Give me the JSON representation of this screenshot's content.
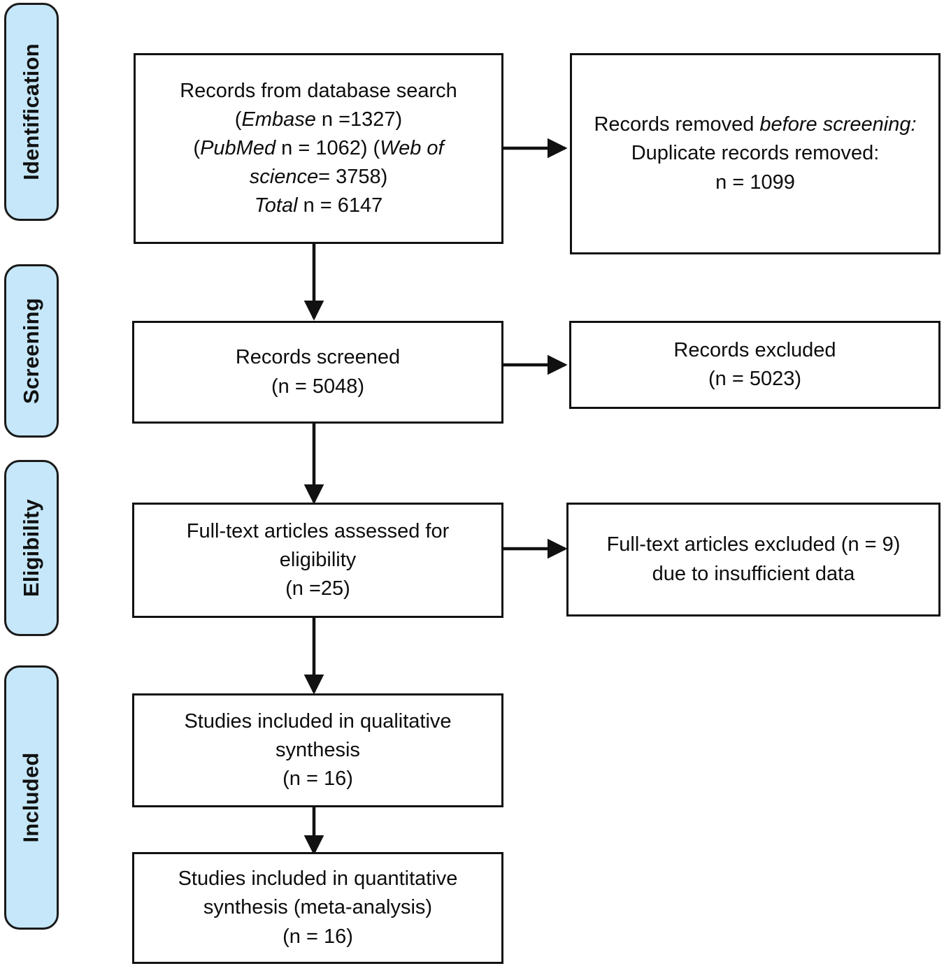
{
  "diagram": {
    "type": "prisma-flow-diagram",
    "title": "PRISMA study selection flow diagram",
    "accent_color": "#c5e7f9",
    "border_color": "#111111",
    "background_color": "#ffffff"
  },
  "phases": [
    {
      "id": "identification",
      "label": "Identification"
    },
    {
      "id": "screening",
      "label": "Screening"
    },
    {
      "id": "eligibility",
      "label": "Eligibility"
    },
    {
      "id": "included",
      "label": "Included"
    }
  ],
  "boxes": {
    "records_identified": {
      "lines": [
        {
          "text": "Records from database search"
        },
        {
          "segments": [
            {
              "text": "(",
              "style": "normal"
            },
            {
              "text": "Embase",
              "style": "italic"
            },
            {
              "text": " n =1327)",
              "style": "normal"
            }
          ]
        },
        {
          "segments": [
            {
              "text": "(",
              "style": "normal"
            },
            {
              "text": "PubMed",
              "style": "italic"
            },
            {
              "text": " n = 1062) (",
              "style": "normal"
            },
            {
              "text": "Web of",
              "style": "italic"
            }
          ]
        },
        {
          "segments": [
            {
              "text": "science",
              "style": "italic"
            },
            {
              "text": "= 3758)",
              "style": "normal"
            }
          ]
        },
        {
          "segments": [
            {
              "text": "Total",
              "style": "italic"
            },
            {
              "text": " n = 6147",
              "style": "normal"
            }
          ]
        }
      ],
      "counts": {
        "embase": 1327,
        "pubmed": 1062,
        "web_of_science": 3758,
        "total": 6147
      }
    },
    "records_removed": {
      "lines": [
        {
          "segments": [
            {
              "text": "Records removed ",
              "style": "normal"
            },
            {
              "text": "before screening:",
              "style": "italic"
            }
          ]
        },
        {
          "text": "Duplicate records removed:"
        },
        {
          "text": "n =  1099"
        }
      ],
      "counts": {
        "duplicates_removed": 1099
      }
    },
    "records_screened": {
      "lines": [
        {
          "text": "Records screened"
        },
        {
          "text": "(n = 5048)"
        }
      ],
      "counts": {
        "n": 5048
      }
    },
    "records_excluded": {
      "lines": [
        {
          "text": "Records excluded"
        },
        {
          "text": "(n = 5023)"
        }
      ],
      "counts": {
        "n": 5023
      }
    },
    "fulltext_assessed": {
      "lines": [
        {
          "text": "Full-text articles assessed for"
        },
        {
          "text": "eligibility"
        },
        {
          "text": "(n =25)"
        }
      ],
      "counts": {
        "n": 25
      }
    },
    "fulltext_excluded": {
      "lines": [
        {
          "text": "Full-text articles excluded (n = 9)"
        },
        {
          "text": "due to insufficient data"
        }
      ],
      "counts": {
        "n": 9
      }
    },
    "qualitative_synthesis": {
      "lines": [
        {
          "text": "Studies included in qualitative"
        },
        {
          "text": "synthesis"
        },
        {
          "text": "(n =  16)"
        }
      ],
      "counts": {
        "n": 16
      }
    },
    "quantitative_synthesis": {
      "lines": [
        {
          "text": "Studies included in quantitative"
        },
        {
          "text": "synthesis (meta-analysis)"
        },
        {
          "text": "(n =  16)"
        }
      ],
      "counts": {
        "n": 16
      }
    }
  },
  "connectors": [
    {
      "id": "identified-to-removed",
      "direction": "right",
      "from": "records_identified",
      "to": "records_removed"
    },
    {
      "id": "identified-to-screened",
      "direction": "down",
      "from": "records_identified",
      "to": "records_screened"
    },
    {
      "id": "screened-to-excluded",
      "direction": "right",
      "from": "records_screened",
      "to": "records_excluded"
    },
    {
      "id": "screened-to-fulltext",
      "direction": "down",
      "from": "records_screened",
      "to": "fulltext_assessed"
    },
    {
      "id": "fulltext-to-excluded",
      "direction": "right",
      "from": "fulltext_assessed",
      "to": "fulltext_excluded"
    },
    {
      "id": "fulltext-to-qualitative",
      "direction": "down",
      "from": "fulltext_assessed",
      "to": "qualitative_synthesis"
    },
    {
      "id": "qualitative-to-quantitative",
      "direction": "down",
      "from": "qualitative_synthesis",
      "to": "quantitative_synthesis"
    }
  ]
}
